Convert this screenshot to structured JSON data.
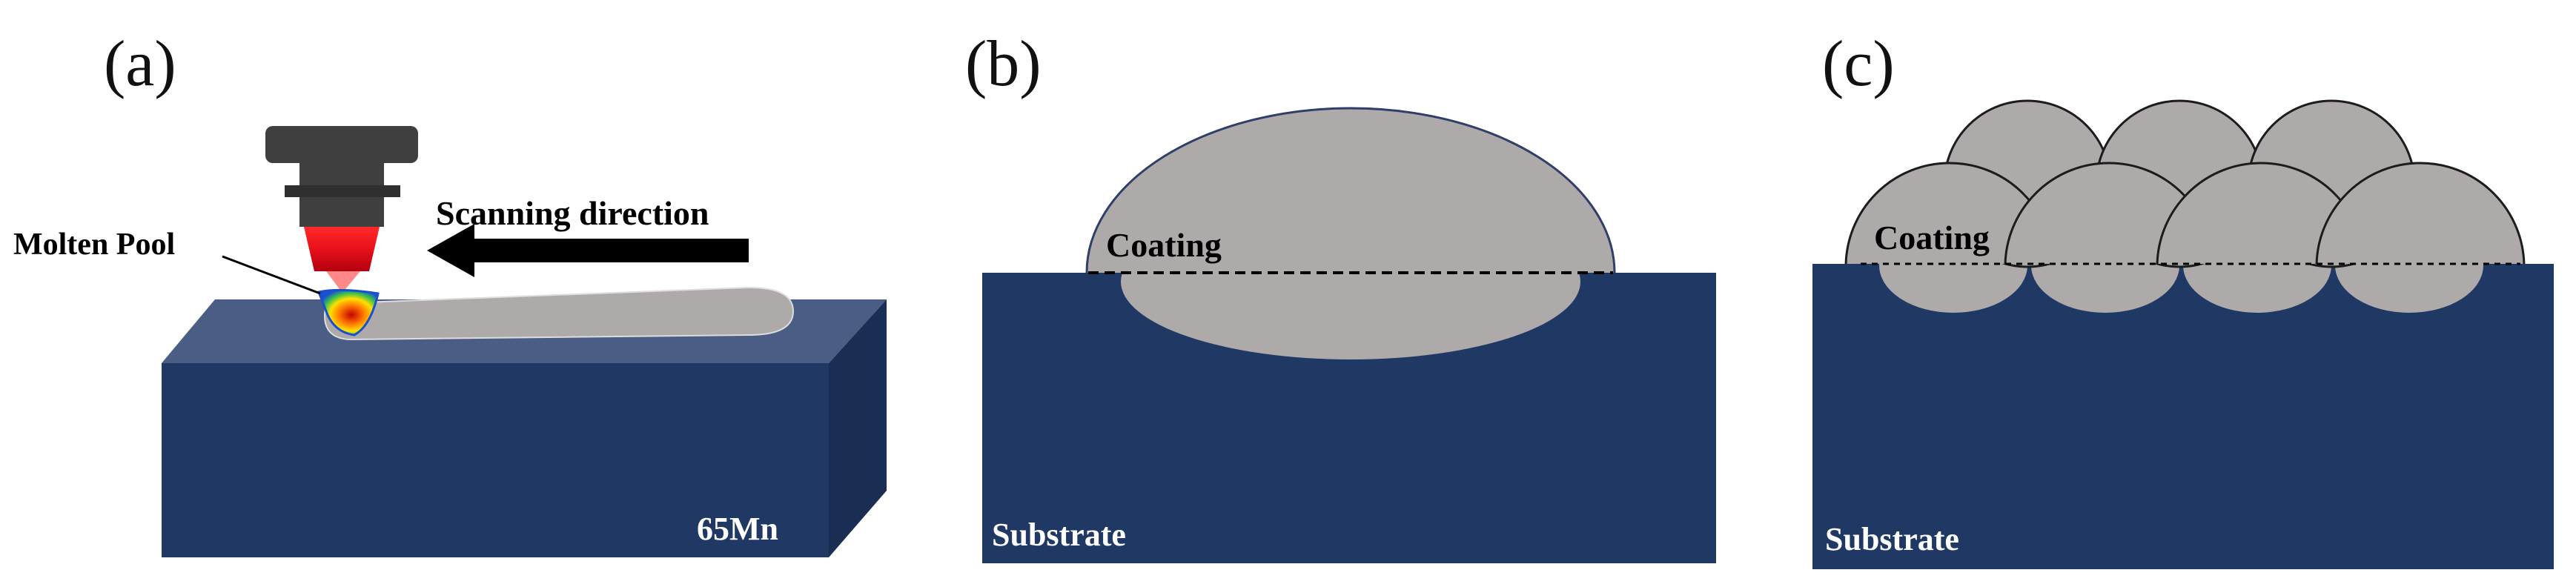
{
  "panels": [
    {
      "letter": "(a)",
      "labels": {
        "molten_pool": "Molten Pool",
        "scanning_direction": "Scanning direction",
        "material": "65Mn"
      }
    },
    {
      "letter": "(b)",
      "labels": {
        "coating": "Coating",
        "substrate": "Substrate"
      }
    },
    {
      "letter": "(c)",
      "labels": {
        "coating": "Coating",
        "substrate": "Substrate"
      }
    }
  ],
  "colors": {
    "substrate": "#203864",
    "substrate_top": "#4a5d85",
    "substrate_side": "#1a2e54",
    "coating": "#aeaaaa",
    "nozzle": "#3f3f3f",
    "laser": "#e8101a",
    "arrow": "#000000"
  }
}
